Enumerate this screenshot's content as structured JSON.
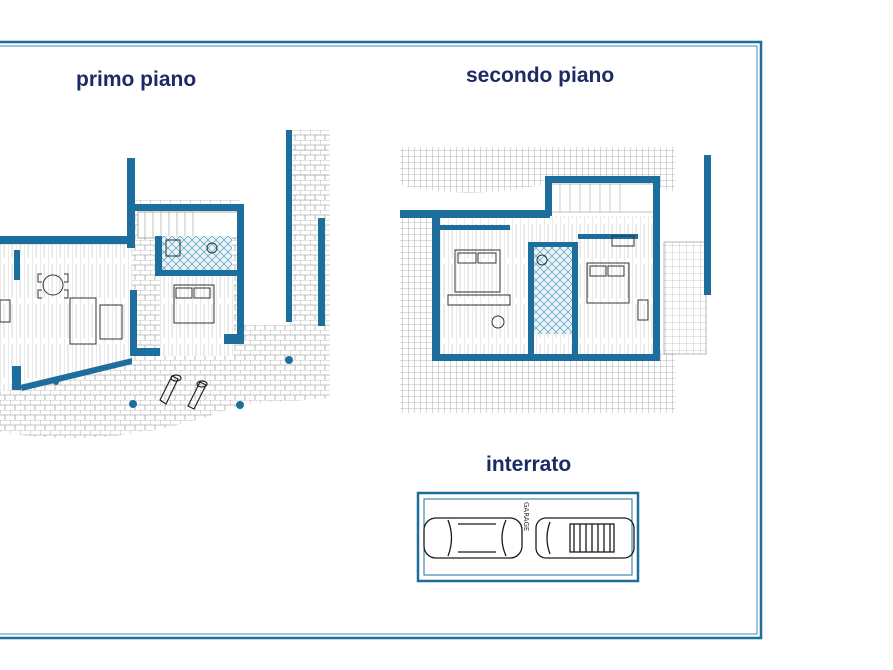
{
  "labels": {
    "floor1": "primo piano",
    "floor2": "secondo piano",
    "basement": "interrato",
    "garage": "GARAGE"
  },
  "colors": {
    "wall": "#1d6e9c",
    "frame": "#1d6e9c",
    "title": "#1b2b63",
    "hatch": "#8a8a8a",
    "floor_line": "#b5b5b5"
  }
}
